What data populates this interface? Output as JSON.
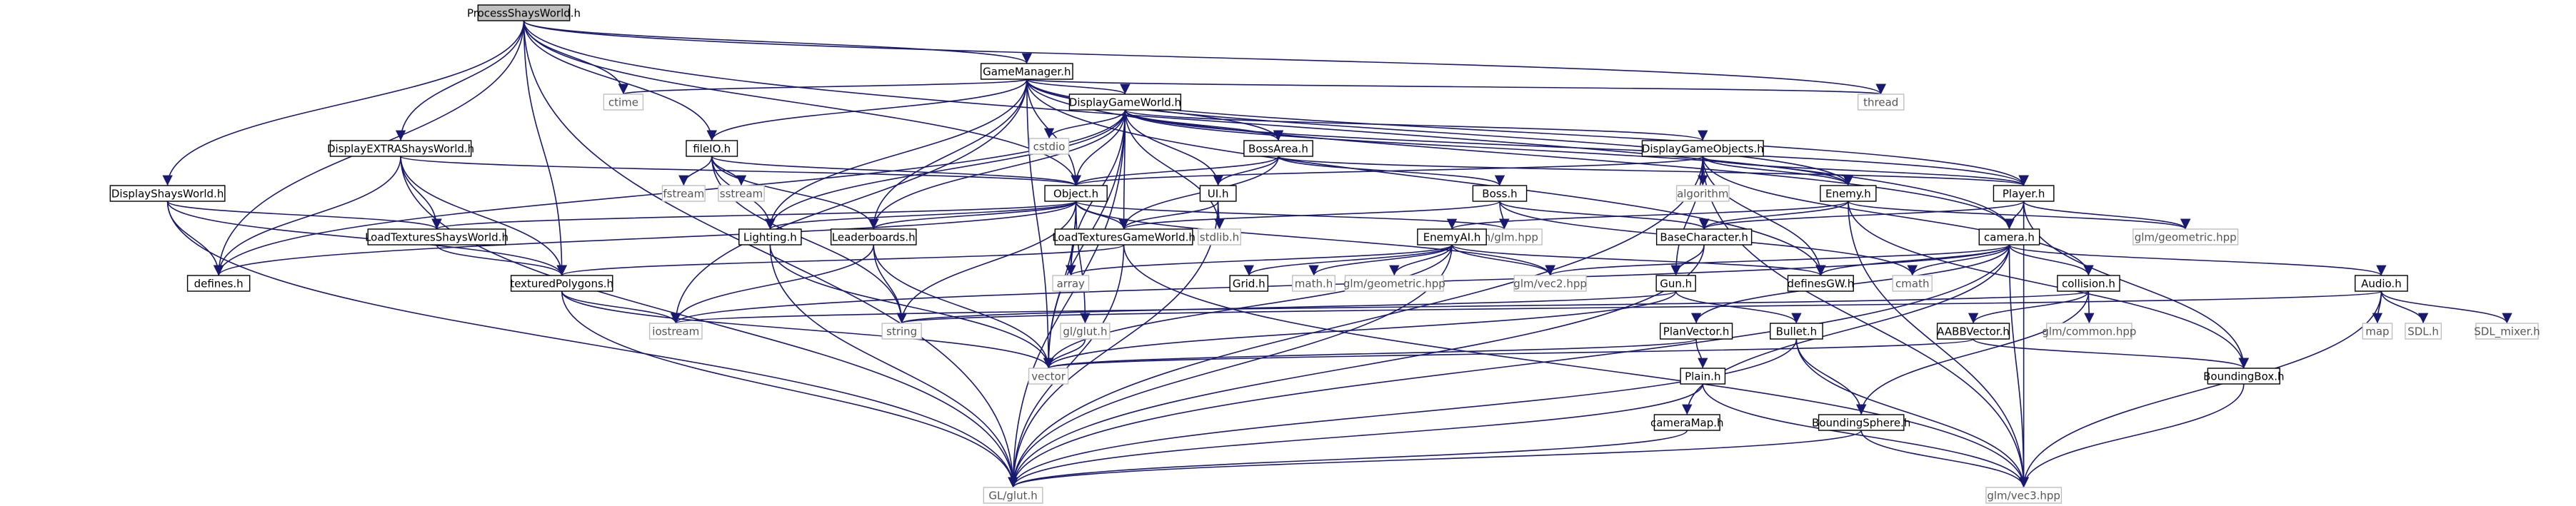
{
  "colors": {
    "edge": "#191970",
    "node_border": "#000000",
    "root_fill": "#bfbfbf",
    "node_fill": "#ffffff",
    "external_border": "#bfbfbf",
    "external_text": "#555555",
    "text": "#000000"
  },
  "nodes": [
    {
      "id": "root",
      "label": "ProcessShaysWorld.h",
      "kind": "root"
    },
    {
      "id": "ctime",
      "label": "ctime",
      "kind": "external"
    },
    {
      "id": "thread",
      "label": "thread",
      "kind": "external"
    },
    {
      "id": "gm",
      "label": "GameManager.h",
      "kind": "header"
    },
    {
      "id": "dgw",
      "label": "DisplayGameWorld.h",
      "kind": "header"
    },
    {
      "id": "cstdio",
      "label": "cstdio",
      "kind": "external"
    },
    {
      "id": "dexw",
      "label": "DisplayEXTRAShaysWorld.h",
      "kind": "header"
    },
    {
      "id": "fileio",
      "label": "fileIO.h",
      "kind": "header"
    },
    {
      "id": "bossarea",
      "label": "BossArea.h",
      "kind": "header"
    },
    {
      "id": "dgo",
      "label": "DisplayGameObjects.h",
      "kind": "header"
    },
    {
      "id": "dsw",
      "label": "DisplayShaysWorld.h",
      "kind": "header"
    },
    {
      "id": "fstream",
      "label": "fstream",
      "kind": "external"
    },
    {
      "id": "sstream",
      "label": "sstream",
      "kind": "external"
    },
    {
      "id": "object",
      "label": "Object.h",
      "kind": "header"
    },
    {
      "id": "ui",
      "label": "UI.h",
      "kind": "header"
    },
    {
      "id": "boss",
      "label": "Boss.h",
      "kind": "header"
    },
    {
      "id": "algorithm",
      "label": "algorithm",
      "kind": "external"
    },
    {
      "id": "enemy",
      "label": "Enemy.h",
      "kind": "header"
    },
    {
      "id": "player",
      "label": "Player.h",
      "kind": "header"
    },
    {
      "id": "ltsw",
      "label": "LoadTexturesShaysWorld.h",
      "kind": "header"
    },
    {
      "id": "lighting",
      "label": "Lighting.h",
      "kind": "header"
    },
    {
      "id": "leaderboards",
      "label": "Leaderboards.h",
      "kind": "header"
    },
    {
      "id": "ltgw",
      "label": "LoadTexturesGameWorld.h",
      "kind": "header"
    },
    {
      "id": "stdlib",
      "label": "stdlib.h",
      "kind": "external"
    },
    {
      "id": "glmhpp",
      "label": "glm/glm.hpp",
      "kind": "external"
    },
    {
      "id": "bossai",
      "label": "EnemyAI.h",
      "kind": "header"
    },
    {
      "id": "basechar",
      "label": "BaseCharacter.h",
      "kind": "header"
    },
    {
      "id": "camera",
      "label": "camera.h",
      "kind": "header"
    },
    {
      "id": "glmgeom",
      "label": "glm/geometric.hpp",
      "kind": "external"
    },
    {
      "id": "defines",
      "label": "defines.h",
      "kind": "header"
    },
    {
      "id": "textured",
      "label": "texturedPolygons.h",
      "kind": "header"
    },
    {
      "id": "array",
      "label": "array",
      "kind": "external"
    },
    {
      "id": "grid",
      "label": "Grid.h",
      "kind": "header"
    },
    {
      "id": "math",
      "label": "math.h",
      "kind": "external"
    },
    {
      "id": "glmgeom2",
      "label": "glm/geometric.hpp",
      "kind": "external"
    },
    {
      "id": "vec2",
      "label": "glm/vec2.hpp",
      "kind": "external"
    },
    {
      "id": "gun",
      "label": "Gun.h",
      "kind": "header"
    },
    {
      "id": "definesgw",
      "label": "definesGW.h",
      "kind": "header"
    },
    {
      "id": "cmath",
      "label": "cmath",
      "kind": "external"
    },
    {
      "id": "collision",
      "label": "collision.h",
      "kind": "header"
    },
    {
      "id": "audio",
      "label": "Audio.h",
      "kind": "header"
    },
    {
      "id": "iostream",
      "label": "iostream",
      "kind": "external"
    },
    {
      "id": "string",
      "label": "string",
      "kind": "external"
    },
    {
      "id": "glglut",
      "label": "gl/glut.h",
      "kind": "external"
    },
    {
      "id": "planvec",
      "label": "PlanVector.h",
      "kind": "header"
    },
    {
      "id": "bullet",
      "label": "Bullet.h",
      "kind": "header"
    },
    {
      "id": "aabb",
      "label": "AABBVector.h",
      "kind": "header"
    },
    {
      "id": "glmcommon",
      "label": "glm/common.hpp",
      "kind": "external"
    },
    {
      "id": "map",
      "label": "map",
      "kind": "external"
    },
    {
      "id": "sdl",
      "label": "SDL.h",
      "kind": "external"
    },
    {
      "id": "sdlmixer",
      "label": "SDL_mixer.h",
      "kind": "external"
    },
    {
      "id": "vector",
      "label": "vector",
      "kind": "external"
    },
    {
      "id": "plain",
      "label": "Plain.h",
      "kind": "header"
    },
    {
      "id": "cameramap",
      "label": "cameraMap.h",
      "kind": "header"
    },
    {
      "id": "bsphere",
      "label": "BoundingSphere.h",
      "kind": "header"
    },
    {
      "id": "bbox",
      "label": "BoundingBox.h",
      "kind": "header"
    },
    {
      "id": "GLglut",
      "label": "GL/glut.h",
      "kind": "external"
    },
    {
      "id": "vec3",
      "label": "glm/vec3.hpp",
      "kind": "external"
    }
  ],
  "edges": [
    [
      "root",
      "ctime"
    ],
    [
      "root",
      "thread"
    ],
    [
      "root",
      "gm"
    ],
    [
      "root",
      "dexw"
    ],
    [
      "root",
      "fileio"
    ],
    [
      "root",
      "dsw"
    ],
    [
      "root",
      "object"
    ],
    [
      "root",
      "camera"
    ],
    [
      "root",
      "defines"
    ],
    [
      "root",
      "textured"
    ],
    [
      "root",
      "GLglut"
    ],
    [
      "gm",
      "ctime"
    ],
    [
      "gm",
      "thread"
    ],
    [
      "gm",
      "dgw"
    ],
    [
      "gm",
      "bossarea"
    ],
    [
      "gm",
      "object"
    ],
    [
      "gm",
      "fileio"
    ],
    [
      "gm",
      "enemy"
    ],
    [
      "gm",
      "player"
    ],
    [
      "gm",
      "camera"
    ],
    [
      "gm",
      "lighting"
    ],
    [
      "gm",
      "leaderboards"
    ],
    [
      "gm",
      "iostream"
    ],
    [
      "gm",
      "vector"
    ],
    [
      "gm",
      "definesgw"
    ],
    [
      "dgw",
      "cstdio"
    ],
    [
      "dgw",
      "bossarea"
    ],
    [
      "dgw",
      "dgo"
    ],
    [
      "dgw",
      "object"
    ],
    [
      "dgw",
      "ui"
    ],
    [
      "dgw",
      "enemy"
    ],
    [
      "dgw",
      "player"
    ],
    [
      "dgw",
      "ltgw"
    ],
    [
      "dgw",
      "lighting"
    ],
    [
      "dgw",
      "leaderboards"
    ],
    [
      "dgw",
      "stdlib"
    ],
    [
      "dgw",
      "defines"
    ],
    [
      "dgw",
      "GLglut"
    ],
    [
      "dgw",
      "vector"
    ],
    [
      "dgw",
      "array"
    ],
    [
      "dexw",
      "object"
    ],
    [
      "dexw",
      "ltsw"
    ],
    [
      "dexw",
      "textured"
    ],
    [
      "dexw",
      "defines"
    ],
    [
      "dexw",
      "GLglut"
    ],
    [
      "fileio",
      "fstream"
    ],
    [
      "fileio",
      "sstream"
    ],
    [
      "fileio",
      "object"
    ],
    [
      "fileio",
      "leaderboards"
    ],
    [
      "fileio",
      "string"
    ],
    [
      "fileio",
      "lighting"
    ],
    [
      "bossarea",
      "object"
    ],
    [
      "bossarea",
      "ui"
    ],
    [
      "bossarea",
      "boss"
    ],
    [
      "bossarea",
      "player"
    ],
    [
      "bossarea",
      "ltgw"
    ],
    [
      "dgo",
      "object"
    ],
    [
      "dgo",
      "algorithm"
    ],
    [
      "dgo",
      "enemy"
    ],
    [
      "dgo",
      "player"
    ],
    [
      "dgo",
      "gun"
    ],
    [
      "dgo",
      "definesgw"
    ],
    [
      "dgo",
      "collision"
    ],
    [
      "dgo",
      "vec3"
    ],
    [
      "dgo",
      "GLglut"
    ],
    [
      "dsw",
      "ltsw"
    ],
    [
      "dsw",
      "textured"
    ],
    [
      "dsw",
      "defines"
    ],
    [
      "dsw",
      "GLglut"
    ],
    [
      "object",
      "ltgw"
    ],
    [
      "object",
      "lighting"
    ],
    [
      "object",
      "leaderboards"
    ],
    [
      "object",
      "glmhpp"
    ],
    [
      "object",
      "ltsw"
    ],
    [
      "object",
      "array"
    ],
    [
      "object",
      "string"
    ],
    [
      "object",
      "glglut"
    ],
    [
      "object",
      "vector"
    ],
    [
      "object",
      "vec2"
    ],
    [
      "object",
      "defines"
    ],
    [
      "ui",
      "ltgw"
    ],
    [
      "ui",
      "stdlib"
    ],
    [
      "ui",
      "GLglut"
    ],
    [
      "boss",
      "basechar"
    ],
    [
      "boss",
      "glmhpp"
    ],
    [
      "boss",
      "cmath"
    ],
    [
      "boss",
      "ltgw"
    ],
    [
      "enemy",
      "bossai"
    ],
    [
      "enemy",
      "basechar"
    ],
    [
      "enemy",
      "glmgeom"
    ],
    [
      "enemy",
      "bbox"
    ],
    [
      "enemy",
      "vec3"
    ],
    [
      "player",
      "camera"
    ],
    [
      "player",
      "basechar"
    ],
    [
      "player",
      "glmgeom"
    ],
    [
      "player",
      "bbox"
    ],
    [
      "player",
      "vec3"
    ],
    [
      "ltsw",
      "textured"
    ],
    [
      "lighting",
      "GLglut"
    ],
    [
      "lighting",
      "vector"
    ],
    [
      "leaderboards",
      "string"
    ],
    [
      "leaderboards",
      "iostream"
    ],
    [
      "leaderboards",
      "vector"
    ],
    [
      "ltgw",
      "textured"
    ],
    [
      "ltgw",
      "GLglut"
    ],
    [
      "ltgw",
      "vec3"
    ],
    [
      "bossai",
      "grid"
    ],
    [
      "bossai",
      "math"
    ],
    [
      "bossai",
      "glmgeom2"
    ],
    [
      "bossai",
      "vec2"
    ],
    [
      "bossai",
      "array"
    ],
    [
      "bossai",
      "vector"
    ],
    [
      "bossai",
      "GLglut"
    ],
    [
      "bossai",
      "definesgw"
    ],
    [
      "basechar",
      "gun"
    ],
    [
      "basechar",
      "GLglut"
    ],
    [
      "camera",
      "vec2"
    ],
    [
      "camera",
      "cmath"
    ],
    [
      "camera",
      "collision"
    ],
    [
      "camera",
      "audio"
    ],
    [
      "camera",
      "planvec"
    ],
    [
      "camera",
      "cameramap"
    ],
    [
      "camera",
      "vec3"
    ],
    [
      "camera",
      "definesgw"
    ],
    [
      "camera",
      "iostream"
    ],
    [
      "camera",
      "GLglut"
    ],
    [
      "textured",
      "iostream"
    ],
    [
      "textured",
      "vector"
    ],
    [
      "textured",
      "GLglut"
    ],
    [
      "gun",
      "bullet"
    ],
    [
      "gun",
      "string"
    ],
    [
      "gun",
      "vector"
    ],
    [
      "collision",
      "aabb"
    ],
    [
      "collision",
      "glmcommon"
    ],
    [
      "collision",
      "bsphere"
    ],
    [
      "collision",
      "iostream"
    ],
    [
      "audio",
      "map"
    ],
    [
      "audio",
      "sdl"
    ],
    [
      "audio",
      "sdlmixer"
    ],
    [
      "audio",
      "vec3"
    ],
    [
      "audio",
      "string"
    ],
    [
      "planvec",
      "plain"
    ],
    [
      "planvec",
      "vector"
    ],
    [
      "bullet",
      "bsphere"
    ],
    [
      "bullet",
      "GLglut"
    ],
    [
      "bullet",
      "vec3"
    ],
    [
      "aabb",
      "bbox"
    ],
    [
      "aabb",
      "vector"
    ],
    [
      "plain",
      "GLglut"
    ],
    [
      "plain",
      "vec3"
    ],
    [
      "cameramap",
      "GLglut"
    ],
    [
      "bsphere",
      "GLglut"
    ],
    [
      "bsphere",
      "vec3"
    ],
    [
      "bbox",
      "vec3"
    ],
    [
      "glglut",
      "vector"
    ]
  ]
}
